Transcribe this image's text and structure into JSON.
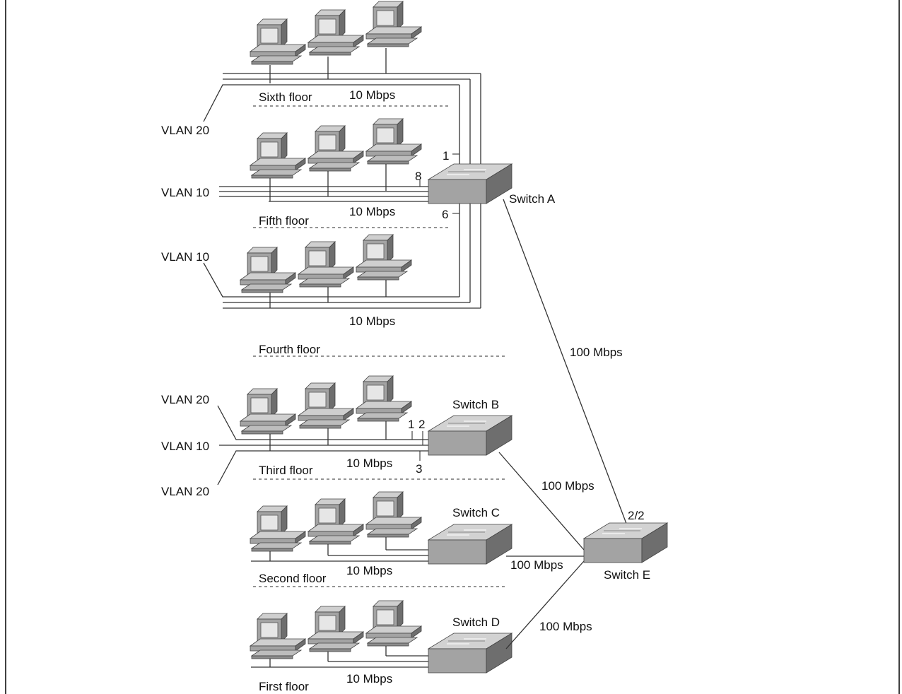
{
  "colors": {
    "background": "#ffffff",
    "line": "#333333",
    "device_gray": "#a3a3a3",
    "device_light": "#d2d2d2",
    "device_dark": "#6e6e6e",
    "screen": "#e6e6e6"
  },
  "icons": {
    "workstation": "workstation-icon",
    "switch": "switch-icon"
  },
  "floors": {
    "sixth": "Sixth floor",
    "fifth": "Fifth floor",
    "fourth": "Fourth floor",
    "third": "Third floor",
    "second": "Second floor",
    "first": "First floor"
  },
  "vlans": {
    "sixth_vlan": "VLAN 20",
    "fifth_vlan": "VLAN 10",
    "fourth_vlan": "VLAN 10",
    "third_vlan_top": "VLAN 20",
    "third_vlan_mid": "VLAN 10",
    "third_vlan_bottom": "VLAN 20"
  },
  "speeds": {
    "sixth_lan": "10 Mbps",
    "fifth_lan": "10 Mbps",
    "fourth_lan": "10 Mbps",
    "third_lan": "10 Mbps",
    "second_lan": "10 Mbps",
    "first_lan": "10 Mbps",
    "uplink_a": "100 Mbps",
    "uplink_b": "100 Mbps",
    "uplink_c": "100 Mbps",
    "uplink_d": "100 Mbps"
  },
  "switches": {
    "a": "Switch A",
    "b": "Switch B",
    "c": "Switch C",
    "d": "Switch D",
    "e": "Switch E"
  },
  "ports": {
    "a_port_1": "1",
    "a_port_8": "8",
    "a_port_6": "6",
    "b_port_1": "1",
    "b_port_2": "2",
    "b_port_3": "3",
    "e_port": "2/2"
  }
}
